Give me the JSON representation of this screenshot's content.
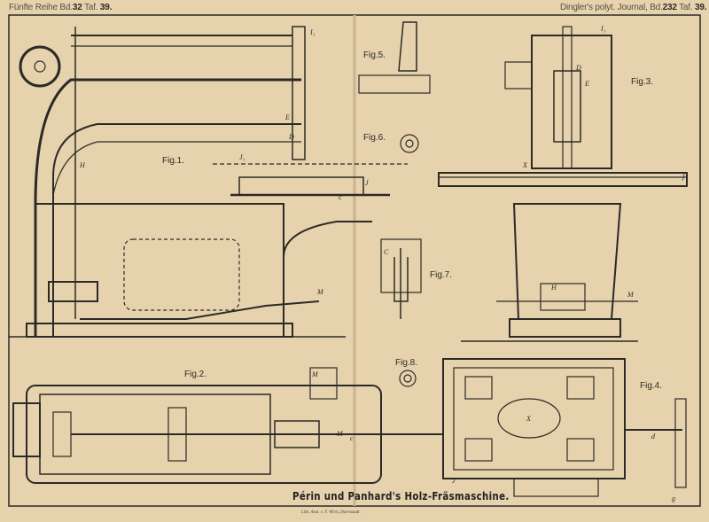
{
  "header": {
    "left": {
      "series": "Fünfte Reihe Bd.",
      "volume": "32",
      "taf_label": "Taf.",
      "plate": "39."
    },
    "right": {
      "journal": "Dingler's polyt. Journal, Bd.",
      "volume": "232",
      "taf_label": "Taf.",
      "plate": "39."
    }
  },
  "title": "Périn und Panhard's Holz-Fräsmaschine.",
  "imprint": "Lith. Anst. v. F. Wirtz, Darmstadt.",
  "figures": {
    "fig1": "Fig.1.",
    "fig2": "Fig.2.",
    "fig3": "Fig.3.",
    "fig4": "Fig.4.",
    "fig5": "Fig.5.",
    "fig6": "Fig.6.",
    "fig7": "Fig.7.",
    "fig8": "Fig.8."
  },
  "letters": {
    "f1_I": "I₁",
    "f1_E": "E",
    "f1_D": "D",
    "f1_H": "H",
    "f1_J1": "J₁",
    "f1_J": "J",
    "f1_c": "c",
    "f1_M": "M",
    "f2_M": "M",
    "f2_M2": "M",
    "f2_c": "c",
    "f3_I": "I₁",
    "f3_D": "D",
    "f3_E": "E",
    "f3_X": "X",
    "f3_f": "f",
    "f3_H": "H",
    "f3_M": "M",
    "f4_X": "X",
    "f4_J": "J",
    "f4_d": "d",
    "f4_g": "g",
    "f7_C": "C"
  },
  "colors": {
    "paper": "#e6d2ad",
    "ink": "#2c2a26"
  }
}
